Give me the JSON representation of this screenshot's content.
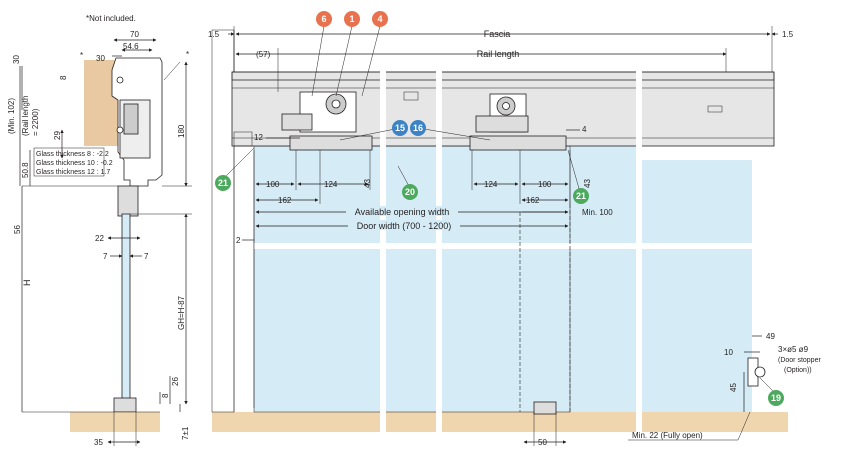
{
  "note_not_included": "*Not included.",
  "colors": {
    "glass": "#d5ecf7",
    "floor": "#f0d6ae",
    "wall": "#e9c9a1",
    "rail_grey": "#e6e6e6",
    "callout_red": "#e8724d",
    "callout_blue": "#3c82c4",
    "callout_green": "#4da95e"
  },
  "side_view": {
    "dims": {
      "top_70": "70",
      "top_30": "30",
      "top_54_6": "54.6",
      "left_30": "30",
      "left_8": "8",
      "min_102": "(Min. 102)",
      "rail_length_2200": "(Rail length",
      "rail_length_2200b": "= 2200)",
      "d_29": "29",
      "d_50_8": "50.8",
      "d_56": "56",
      "d_H": "H",
      "d_180": "180",
      "d_22": "22",
      "d_7a": "7",
      "d_7b": "7",
      "d_GH": "GH=H-87",
      "d_26": "26",
      "d_8": "8",
      "d_7pm1": "7±1",
      "d_35": "35",
      "asterisk_a": "*",
      "asterisk_b": "*"
    },
    "glass_table": [
      "Glass thickness 8 : -2.2",
      "Glass thickness 10 : -0.2",
      "Glass thickness 12 : 1.7"
    ]
  },
  "front_view": {
    "dims": {
      "d_1_5_left": "1.5",
      "d_1_5_right": "1.5",
      "fascia": "Fascia",
      "d_57": "(57)",
      "rail_length": "Rail length",
      "d_12": "12",
      "d_4": "4",
      "d_100_l": "100",
      "d_124_l": "124",
      "d_43_l": "43",
      "d_162_l": "162",
      "d_124_r": "124",
      "d_100_r": "100",
      "d_43_r": "43",
      "d_162_r": "162",
      "available_opening": "Available opening width",
      "min_100": "Min. 100",
      "door_width": "Door width (700 - 1200)",
      "d_2": "2",
      "d_10": "10",
      "d_49": "49",
      "d_45": "45",
      "d_50": "50",
      "min_22": "Min. 22 (Fully open)",
      "hole_spec": "3×ø5 ø9",
      "door_stopper": "(Door stopper",
      "option": "(Option))"
    },
    "callouts": {
      "c6": "6",
      "c1": "1",
      "c4": "4",
      "c15": "15",
      "c16": "16",
      "c20": "20",
      "c21a": "21",
      "c21b": "21",
      "c19": "19"
    }
  }
}
